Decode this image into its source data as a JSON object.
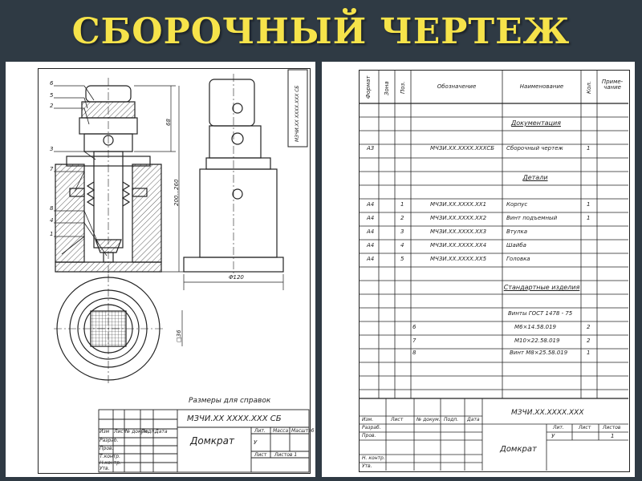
{
  "page_title": "СБОРОЧНЫЙ ЧЕРТЕЖ",
  "drawing": {
    "parts": [
      "6",
      "5",
      "2",
      "3",
      "7",
      "8",
      "4",
      "1"
    ],
    "dims": {
      "height": "68",
      "total": "200...260",
      "diameter": "Φ120",
      "square": "□36"
    },
    "side_code": "МЗЧИ.ХХ ХХХХ.ХХХ СБ",
    "note": "Размеры для справок",
    "stamp": {
      "code": "МЗЧИ.ХХ ХХХХ.ХХХ СБ",
      "name": "Домкрат",
      "lit": "У",
      "headers": [
        "Изм",
        "Лист",
        "№ докум.",
        "Подп.",
        "Дата"
      ],
      "roles": [
        "Разраб.",
        "Пров.",
        "Т.контр.",
        "Н.контр.",
        "Утв."
      ],
      "small": [
        "Лит.",
        "Масса",
        "Масштаб",
        "Лист",
        "Листов 1"
      ]
    }
  },
  "spec": {
    "headers": [
      "Формат",
      "Зона",
      "Поз.",
      "Обозначение",
      "Наименование",
      "Кол.",
      "Приме-чание"
    ],
    "sections": {
      "docs": "Документация",
      "parts": "Детали",
      "std": "Стандартные изделия"
    },
    "doc_row": {
      "format": "А3",
      "code": "МЧЗИ.ХХ.ХХХХ.ХХХСБ",
      "name": "Сборочный чертеж",
      "qty": "1"
    },
    "parts": [
      {
        "format": "А4",
        "pos": "1",
        "code": "МЧЗИ.ХХ.ХХХХ.ХХ1",
        "name": "Корпус",
        "qty": "1"
      },
      {
        "format": "А4",
        "pos": "2",
        "code": "МЧЗИ.ХХ.ХХХХ.ХХ2",
        "name": "Винт подъемный",
        "qty": "1"
      },
      {
        "format": "А4",
        "pos": "3",
        "code": "МЧЗИ.ХХ.ХХХХ.ХХ3",
        "name": "Втулка",
        "qty": ""
      },
      {
        "format": "А4",
        "pos": "4",
        "code": "МЧЗИ.ХХ.ХХХХ.ХХ4",
        "name": "Шайба",
        "qty": ""
      },
      {
        "format": "А4",
        "pos": "5",
        "code": "МЧЗИ.ХХ.ХХХХ.ХХ5",
        "name": "Головка",
        "qty": ""
      }
    ],
    "std_group": "Винты ГОСТ 1478 - 75",
    "std": [
      {
        "pos": "6",
        "name": "М6×14.58.019",
        "qty": "2"
      },
      {
        "pos": "7",
        "name": "М10×22.58.019",
        "qty": "2"
      },
      {
        "pos": "8",
        "name": "Винт М8×25.58.019",
        "qty": "1"
      }
    ],
    "stamp": {
      "code": "МЗЧИ.ХХ.ХХХХ.ХХХ",
      "name": "Домкрат",
      "lit": "У",
      "sheets": "1",
      "headers": [
        "Изм.",
        "Лист",
        "№ докум.",
        "Подп.",
        "Дата"
      ],
      "roles": [
        "Разраб.",
        "Пров.",
        "Н. контр.",
        "Утв."
      ],
      "small": [
        "Лит.",
        "Лист",
        "Листов"
      ]
    }
  }
}
